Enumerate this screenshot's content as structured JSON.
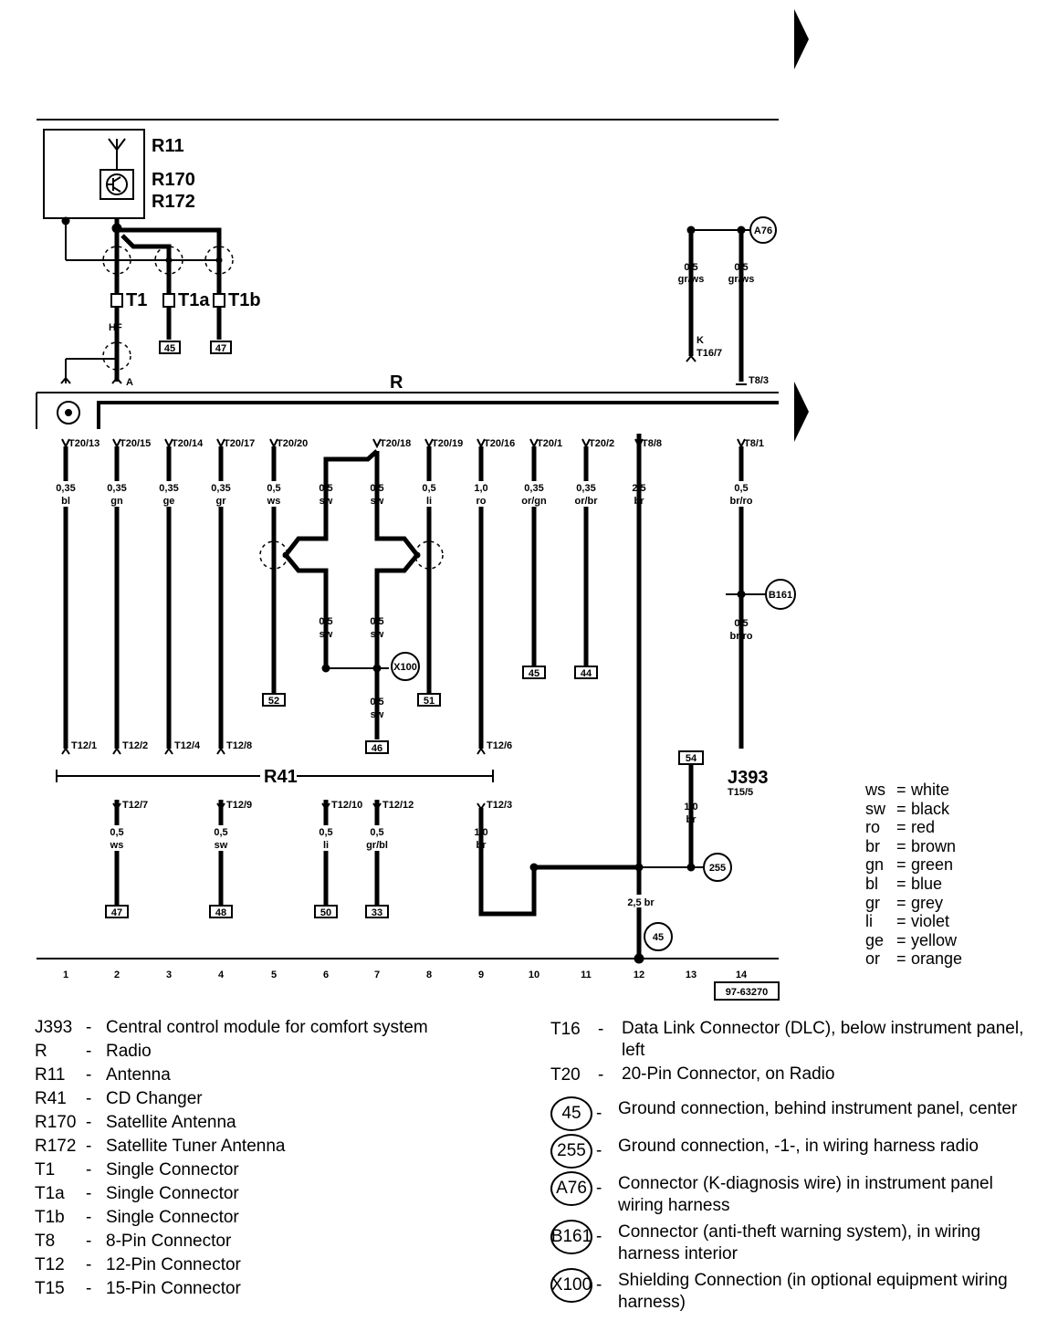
{
  "components": {
    "R11": "R11",
    "R170": "R170",
    "R172": "R172",
    "T1": "T1",
    "T1a": "T1a",
    "T1b": "T1b",
    "HF": "HF",
    "A": "A",
    "R": "R",
    "R41": "R41",
    "J393": "J393",
    "J393_pin": "T15/5",
    "K": "K",
    "T16_7": "T16/7",
    "T8_3": "T8/3"
  },
  "top_wires": {
    "gr_ws_1": {
      "size": "0,5",
      "color": "gr/ws"
    },
    "gr_ws_2": {
      "size": "0,5",
      "color": "gr/ws"
    },
    "A76": "A76"
  },
  "ground_boxes": {
    "t1a": "45",
    "t1b": "47"
  },
  "radio_pins": [
    "T20/13",
    "T20/15",
    "T20/14",
    "T20/17",
    "T20/20",
    "T20/18",
    "T20/19",
    "T20/16",
    "T20/1",
    "T20/2",
    "T8/8",
    "T8/1"
  ],
  "wires_upper": [
    {
      "size": "0,35",
      "color": "bl"
    },
    {
      "size": "0,35",
      "color": "gn"
    },
    {
      "size": "0,35",
      "color": "ge"
    },
    {
      "size": "0,35",
      "color": "gr"
    },
    {
      "size": "0,5",
      "color": "ws"
    },
    {
      "size": "0,5",
      "color": "sw"
    },
    {
      "size": "0,5",
      "color": "sw"
    },
    {
      "size": "0,5",
      "color": "li"
    },
    {
      "size": "1,0",
      "color": "ro"
    },
    {
      "size": "0,35",
      "color": "or/gn"
    },
    {
      "size": "0,35",
      "color": "or/br"
    },
    {
      "size": "2,5",
      "color": "br"
    },
    {
      "size": "0,5",
      "color": "br/ro"
    }
  ],
  "wires_mid": {
    "sw_a": {
      "size": "0,5",
      "color": "sw"
    },
    "sw_b": {
      "size": "0,5",
      "color": "sw"
    },
    "sw_c": {
      "size": "0,5",
      "color": "sw"
    },
    "brro": {
      "size": "0,5",
      "color": "br/ro"
    },
    "X100": "X100",
    "B161": "B161"
  },
  "term_boxes": {
    "c5": "52",
    "c7": "46",
    "c8": "51",
    "c10": "45",
    "c11": "44"
  },
  "r41_pins_top": [
    "T12/1",
    "T12/2",
    "T12/4",
    "T12/8",
    "T12/6"
  ],
  "r41_pins_bottom": [
    "T12/7",
    "T12/9",
    "T12/10",
    "T12/12",
    "T12/3"
  ],
  "wires_lower": [
    {
      "size": "0,5",
      "color": "ws",
      "box": "47"
    },
    {
      "size": "0,5",
      "color": "sw",
      "box": "48"
    },
    {
      "size": "0,5",
      "color": "li",
      "box": "50"
    },
    {
      "size": "0,5",
      "color": "gr/bl",
      "box": "33"
    },
    {
      "size": "1,0",
      "color": "br"
    }
  ],
  "ground_section": {
    "box54": "54",
    "size": "1,0",
    "color": "br",
    "g255": "255",
    "main": "2,5 br",
    "g45": "45"
  },
  "columns": [
    "1",
    "2",
    "3",
    "4",
    "5",
    "6",
    "7",
    "8",
    "9",
    "10",
    "11",
    "12",
    "13",
    "14"
  ],
  "diagram_id": "97-63270",
  "color_codes": [
    {
      "code": "ws",
      "name": "white"
    },
    {
      "code": "sw",
      "name": "black"
    },
    {
      "code": "ro",
      "name": "red"
    },
    {
      "code": "br",
      "name": "brown"
    },
    {
      "code": "gn",
      "name": "green"
    },
    {
      "code": "bl",
      "name": "blue"
    },
    {
      "code": "gr",
      "name": "grey"
    },
    {
      "code": "li",
      "name": "violet"
    },
    {
      "code": "ge",
      "name": "yellow"
    },
    {
      "code": "or",
      "name": "orange"
    }
  ],
  "legend_left": [
    {
      "code": "J393",
      "desc": "Central control module for comfort system"
    },
    {
      "code": "R",
      "desc": "Radio"
    },
    {
      "code": "R11",
      "desc": "Antenna"
    },
    {
      "code": "R41",
      "desc": "CD Changer"
    },
    {
      "code": "R170",
      "desc": "Satellite Antenna"
    },
    {
      "code": "R172",
      "desc": "Satellite Tuner Antenna"
    },
    {
      "code": "T1",
      "desc": "Single Connector"
    },
    {
      "code": "T1a",
      "desc": "Single Connector"
    },
    {
      "code": "T1b",
      "desc": "Single Connector"
    },
    {
      "code": "T8",
      "desc": "8-Pin Connector"
    },
    {
      "code": "T12",
      "desc": "12-Pin Connector"
    },
    {
      "code": "T15",
      "desc": "15-Pin Connector"
    }
  ],
  "legend_right": [
    {
      "code": "T16",
      "desc": "Data Link Connector (DLC), below instrument panel, left"
    },
    {
      "code": "T20",
      "desc": "20-Pin Connector, on Radio"
    }
  ],
  "legend_circles": [
    {
      "code": "45",
      "desc": "Ground connection, behind instrument panel, center"
    },
    {
      "code": "255",
      "desc": "Ground connection, -1-, in wiring harness radio"
    },
    {
      "code": "A76",
      "desc": "Connector (K-diagnosis wire) in instrument panel wiring harness"
    },
    {
      "code": "B161",
      "desc": "Connector (anti-theft warning system), in wiring harness interior"
    },
    {
      "code": "X100",
      "desc": "Shielding Connection (in optional equipment wiring harness)"
    }
  ]
}
